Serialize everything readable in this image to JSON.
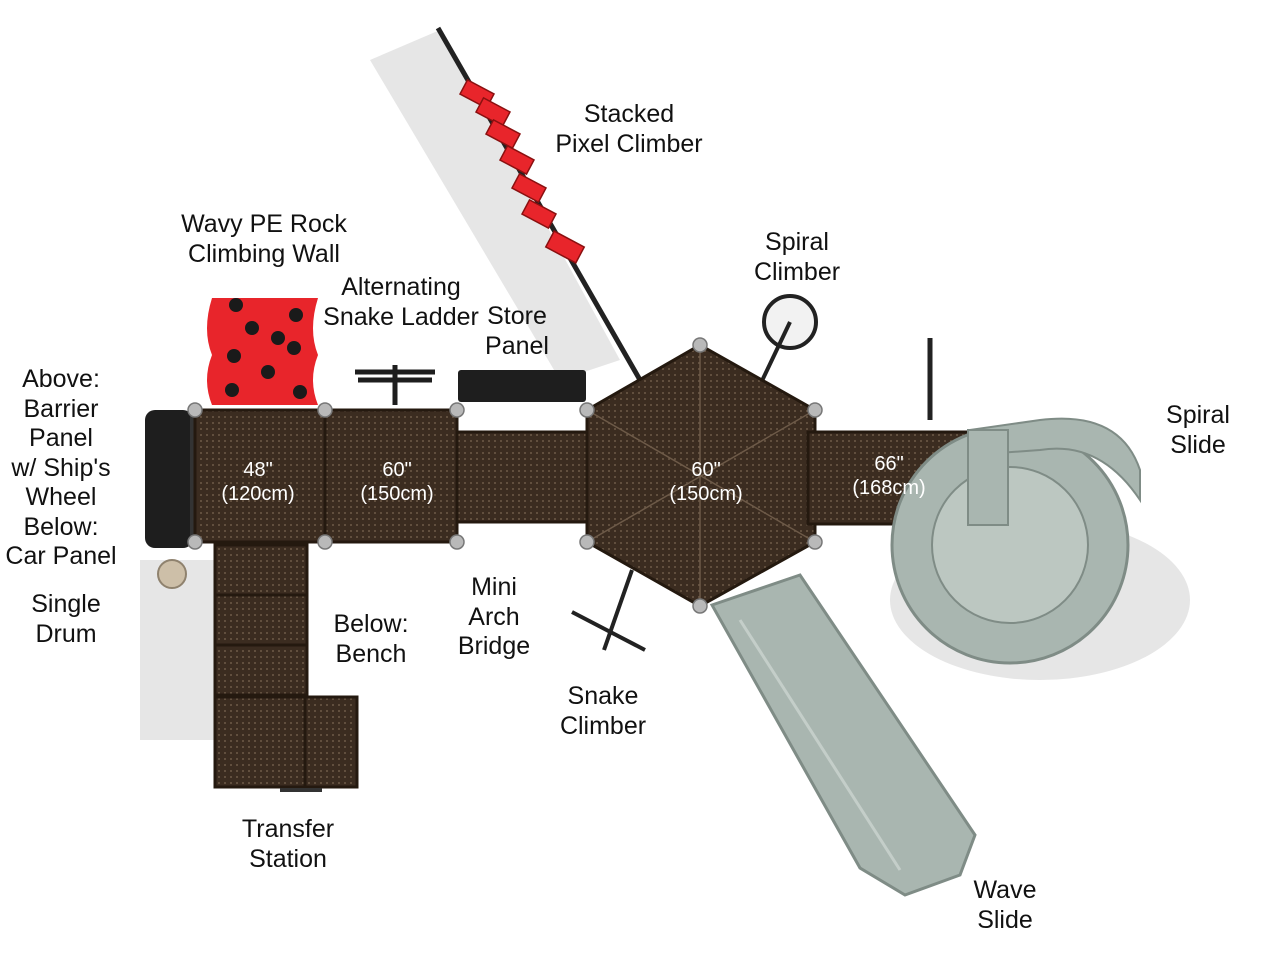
{
  "callouts": {
    "stacked_pixel_climber": "Stacked\nPixel Climber",
    "wavy_pe_rock_climbing_wall": "Wavy PE Rock\nClimbing Wall",
    "alternating_snake_ladder": "Alternating\nSnake Ladder",
    "store_panel": "Store\nPanel",
    "spiral_climber": "Spiral\nClimber",
    "spiral_slide": "Spiral\nSlide",
    "barrier_ship_car": "Above:\nBarrier\nPanel\nw/ Ship's\nWheel\nBelow:\nCar Panel",
    "single_drum": "Single\nDrum",
    "below_bench": "Below:\nBench",
    "mini_arch_bridge": "Mini\nArch\nBridge",
    "snake_climber": "Snake\nClimber",
    "transfer_station": "Transfer\nStation",
    "wave_slide": "Wave\nSlide"
  },
  "decks": {
    "deck_48": "48\"\n(120cm)",
    "deck_60_square": "60\"\n(150cm)",
    "deck_60_hex": "60\"\n(150cm)",
    "deck_66": "66\"\n(168cm)"
  },
  "colors": {
    "deck": "#3b2c20",
    "deck_dark": "#24190f",
    "climbing_wall": "#e8252b",
    "slide": "#a9b6b0",
    "post": "#b9b9b9"
  }
}
